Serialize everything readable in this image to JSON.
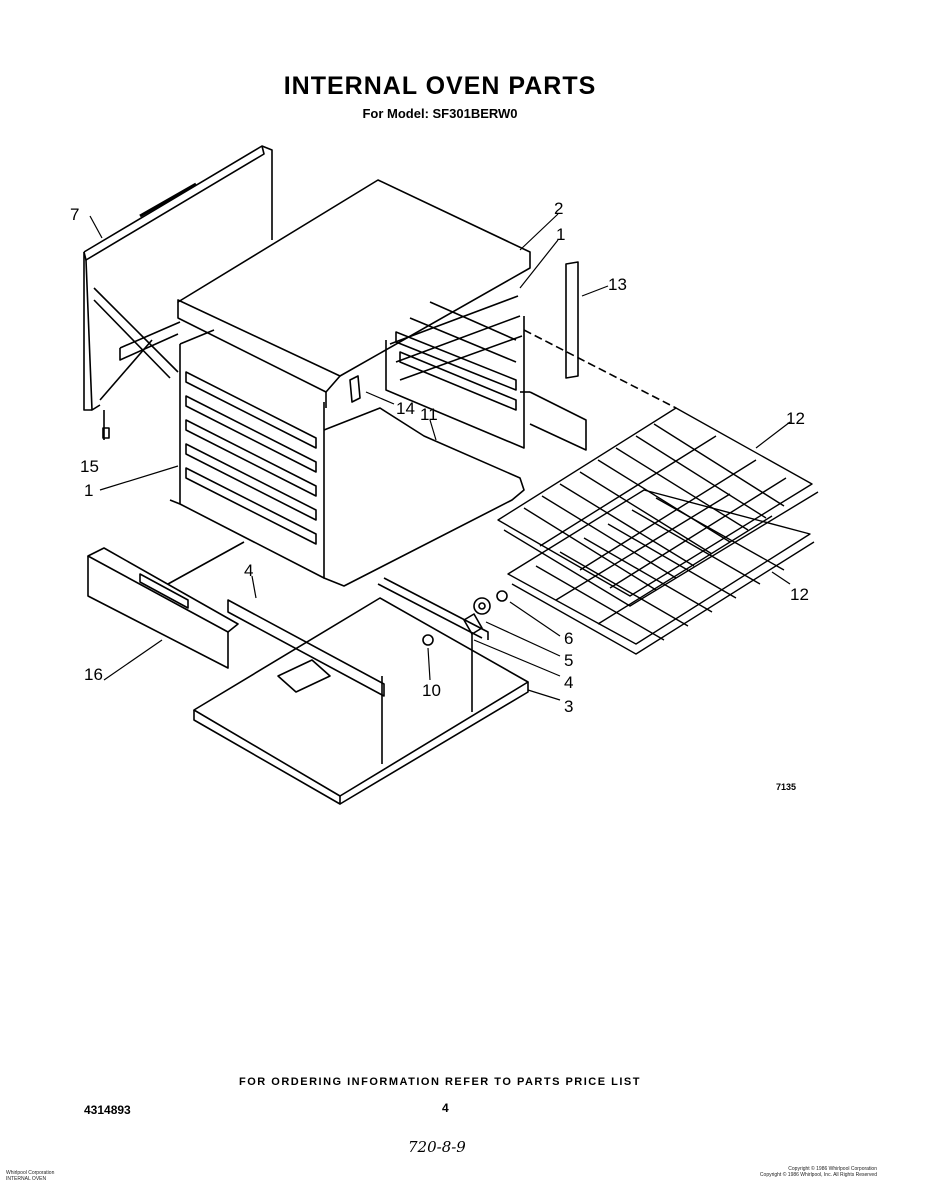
{
  "header": {
    "title": "INTERNAL OVEN PARTS",
    "model_line": "For Model: SF301BERW0"
  },
  "callouts": {
    "c1_upper": "1",
    "c1_lower": "1",
    "c2": "2",
    "c3": "3",
    "c4_upper": "4",
    "c4_right": "4",
    "c5": "5",
    "c6": "6",
    "c7": "7",
    "c10": "10",
    "c11": "11",
    "c12_upper": "12",
    "c12_lower": "12",
    "c13": "13",
    "c14": "14",
    "c15": "15",
    "c16": "16"
  },
  "figure_number": "7135",
  "footer": {
    "ordering_note": "FOR ORDERING INFORMATION REFER TO PARTS PRICE LIST",
    "part_number": "4314893",
    "page_number": "4",
    "handwritten_code": "720-8-9",
    "left_small_line1": "Whirlpool Corporation",
    "left_small_line2": "INTERNAL OVEN",
    "right_small_line1": "Copyright © 1986 Whirlpool Corporation",
    "right_small_line2": "Copyright © 1986 Whirlpool, Inc. All Rights Reserved"
  }
}
